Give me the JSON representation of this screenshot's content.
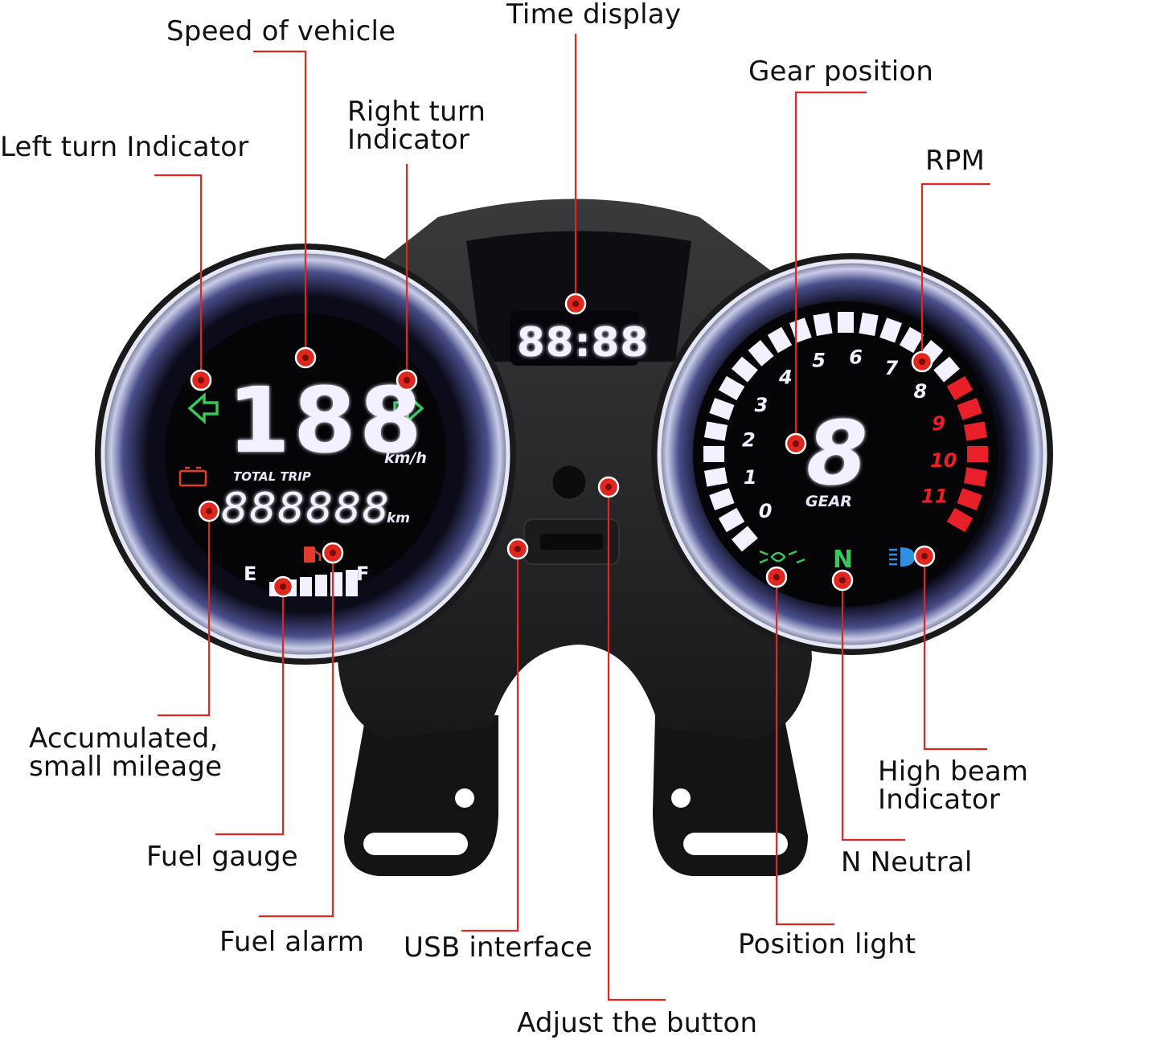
{
  "callouts": {
    "speed_of_vehicle": "Speed of vehicle",
    "time_display": "Time display",
    "gear_position": "Gear position",
    "right_turn_indicator": "Right turn\nIndicator",
    "left_turn_indicator": "Left turn Indicator",
    "rpm": "RPM",
    "accumulated_mileage": "Accumulated,\nsmall mileage",
    "high_beam_indicator": "High beam Indicator",
    "fuel_gauge": "Fuel gauge",
    "n_neutral": "N Neutral",
    "fuel_alarm": "Fuel alarm",
    "usb_interface": "USB interface",
    "position_light": "Position light",
    "adjust_button": "Adjust the button"
  },
  "speedometer": {
    "speed_digits": "188",
    "speed_unit": "km/h",
    "trip_label": "TOTAL  TRIP",
    "odometer_digits": "888888",
    "odometer_unit": "km",
    "fuel_empty_label": "E",
    "fuel_full_label": "F"
  },
  "clock": {
    "digits": "88:88"
  },
  "tachometer": {
    "scale_labels": [
      "0",
      "1",
      "2",
      "3",
      "4",
      "5",
      "6",
      "7",
      "8",
      "9",
      "10",
      "11"
    ],
    "gear_digit": "8",
    "gear_label": "GEAR",
    "neutral_label": "N"
  },
  "colors": {
    "leader_red": "#e0271f",
    "lcd_white": "#f3f1ff",
    "lcd_glow": "#8c7dff",
    "turn_green": "#35c85a",
    "redline": "#e8202a",
    "high_beam_blue": "#2f8fe0",
    "warning_red": "#e23b2e"
  }
}
